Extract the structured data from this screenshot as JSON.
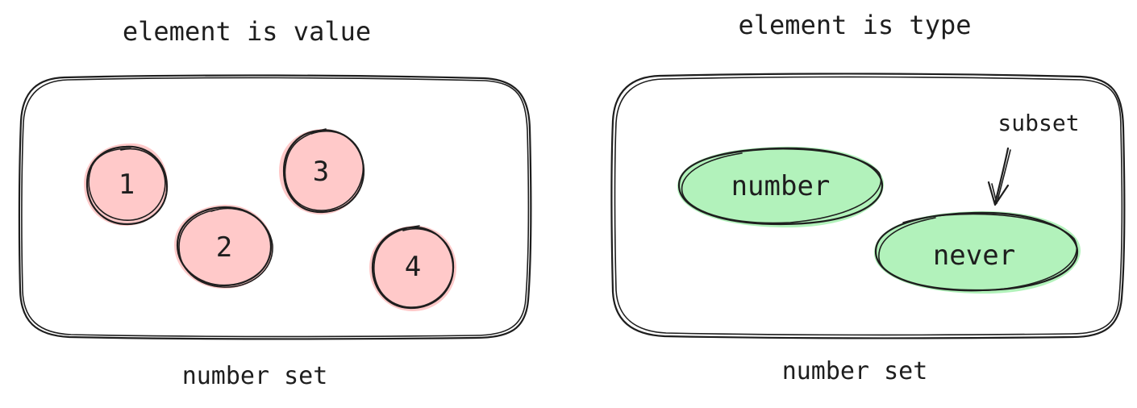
{
  "left_panel": {
    "title": "element is value",
    "caption": "number set",
    "values": [
      {
        "label": "1",
        "fill": "#ffc9c9"
      },
      {
        "label": "2",
        "fill": "#ffc9c9"
      },
      {
        "label": "3",
        "fill": "#ffc9c9"
      },
      {
        "label": "4",
        "fill": "#ffc9c9"
      }
    ]
  },
  "right_panel": {
    "title": "element is type",
    "caption": "number set",
    "types": [
      {
        "label": "number",
        "fill": "#b2f2bb"
      },
      {
        "label": "never",
        "fill": "#b2f2bb"
      }
    ],
    "annotation": "subset"
  },
  "colors": {
    "stroke": "#1e1e1e",
    "value_fill": "#ffc9c9",
    "type_fill": "#b2f2bb"
  }
}
